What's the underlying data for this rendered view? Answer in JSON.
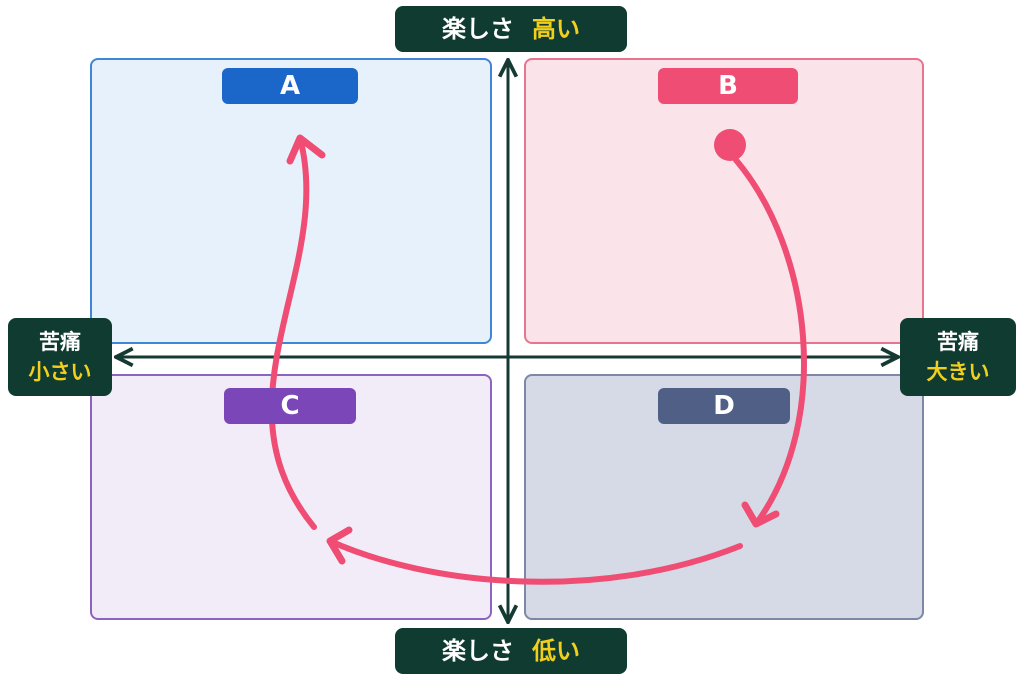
{
  "quadrants": {
    "a": {
      "label": "A"
    },
    "b": {
      "label": "B"
    },
    "c": {
      "label": "C"
    },
    "d": {
      "label": "D"
    }
  },
  "axes": {
    "top": {
      "name": "楽しさ",
      "value": "高い"
    },
    "bottom": {
      "name": "楽しさ",
      "value": "低い"
    },
    "left": {
      "name": "苦痛",
      "value": "小さい"
    },
    "right": {
      "name": "苦痛",
      "value": "大きい"
    }
  },
  "colors": {
    "axis_box": "#0f3b31",
    "axis_highlight": "#f2cf1d",
    "path_arrow": "#ef4d73",
    "label_a": "#1a67c9",
    "label_b": "#ef4d73",
    "label_c": "#7a46b8",
    "label_d": "#4f5f86"
  },
  "flow": [
    "B",
    "D",
    "C",
    "A"
  ]
}
